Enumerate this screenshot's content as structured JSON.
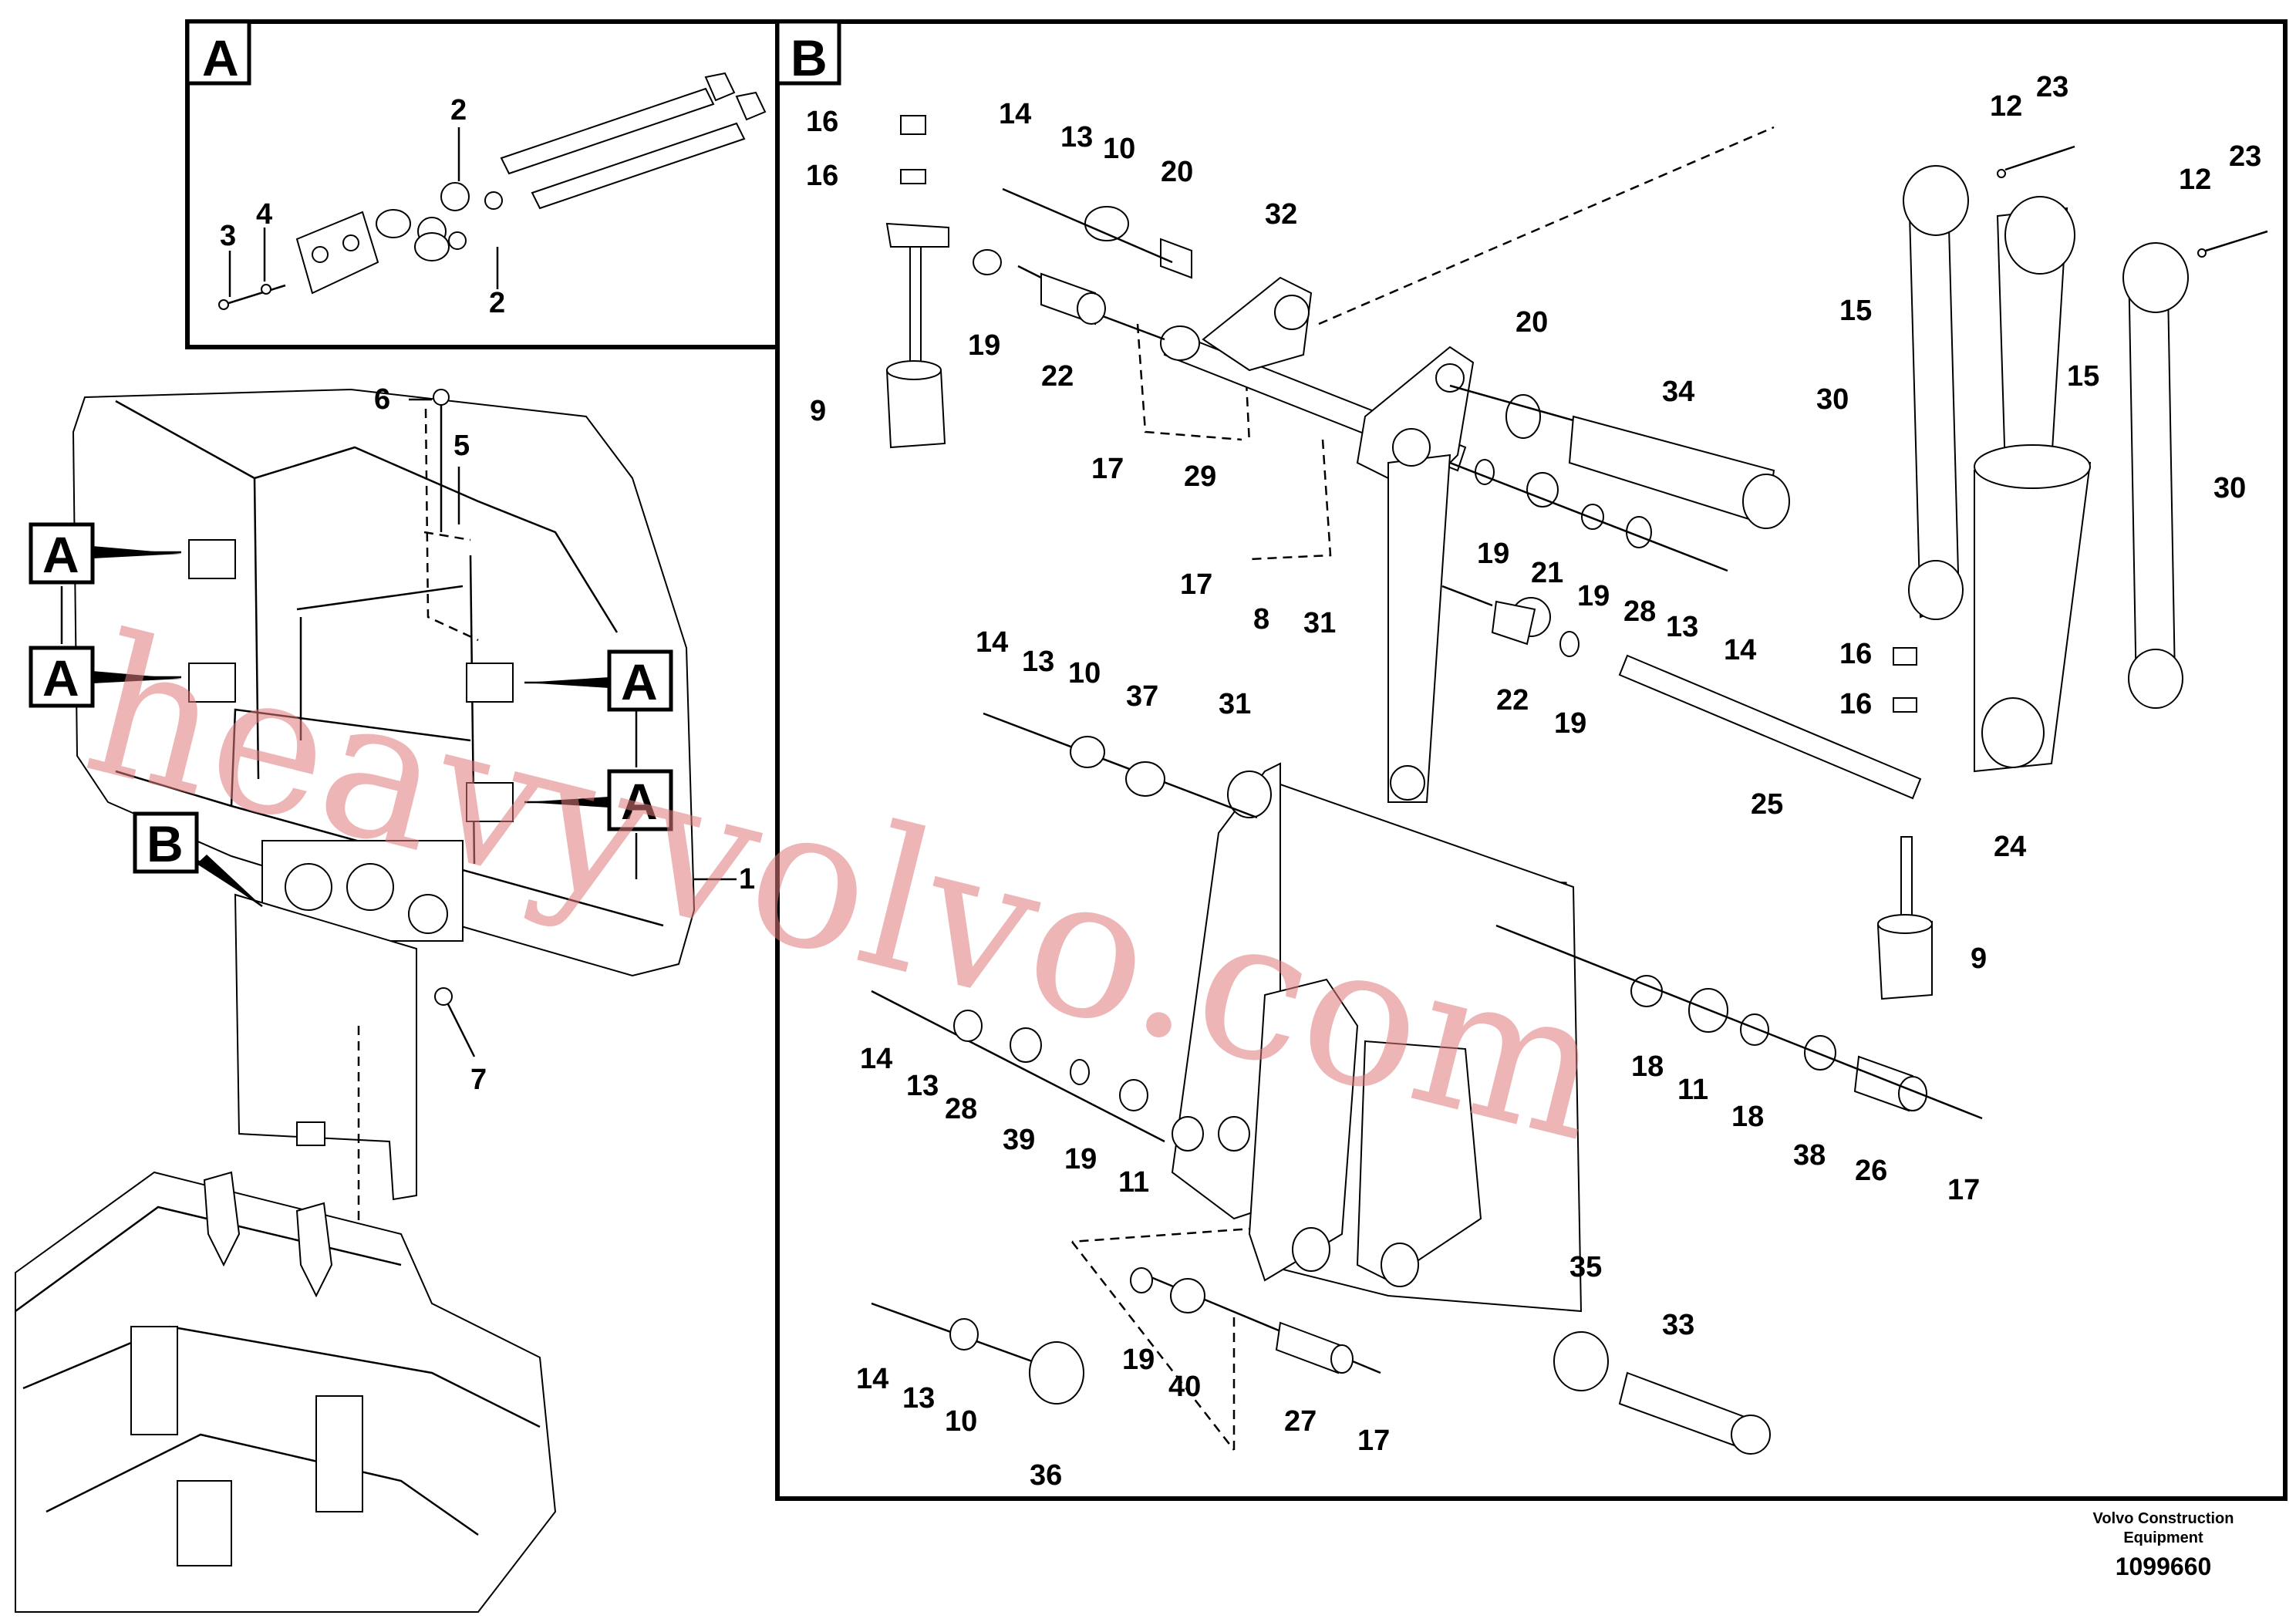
{
  "inset_labels": {
    "a": "A",
    "b": "B"
  },
  "callouts": {
    "A": "A",
    "B": "B"
  },
  "inset_a": {
    "labels": [
      "2",
      "2",
      "3",
      "4"
    ]
  },
  "overview": {
    "labels": [
      "6",
      "5",
      "1",
      "7"
    ]
  },
  "inset_b": {
    "labels": [
      "16",
      "16",
      "9",
      "19",
      "22",
      "14",
      "13",
      "10",
      "20",
      "32",
      "17",
      "29",
      "8",
      "17",
      "20",
      "34",
      "31",
      "19",
      "21",
      "19",
      "28",
      "13",
      "14",
      "22",
      "19",
      "25",
      "16",
      "16",
      "9",
      "12",
      "23",
      "12",
      "23",
      "15",
      "15",
      "30",
      "30",
      "24",
      "14",
      "13",
      "10",
      "37",
      "31",
      "14",
      "13",
      "28",
      "39",
      "19",
      "11",
      "18",
      "11",
      "18",
      "38",
      "26",
      "17",
      "14",
      "13",
      "10",
      "36",
      "19",
      "40",
      "27",
      "17",
      "35",
      "33"
    ]
  },
  "footer": {
    "company_line1": "Volvo Construction",
    "company_line2": "Equipment",
    "drawing_number": "1099660"
  },
  "watermark": "heavyvolvo.com"
}
